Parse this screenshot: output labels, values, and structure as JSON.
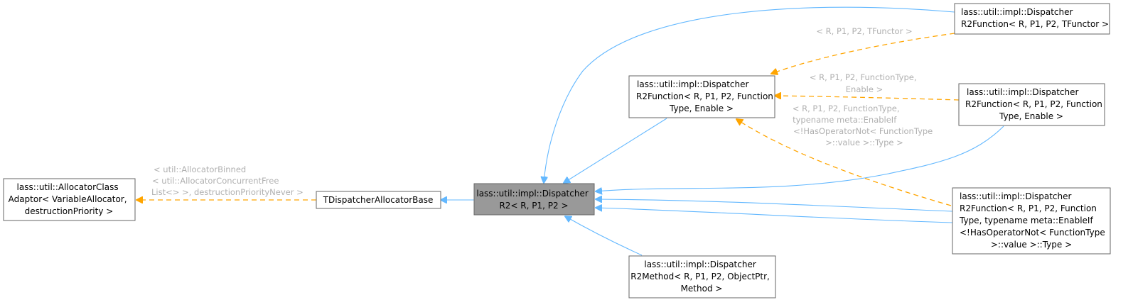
{
  "diagram": {
    "title": "Inheritance diagram for lass::util::impl::DispatcherR2< R, P1, P2 >",
    "colors": {
      "inheritance_edge": "#63b8ff",
      "template_edge": "#ffa500",
      "focus_node_fill": "#999999",
      "node_border": "#666666",
      "label_text": "#b0b0b0"
    },
    "nodes": {
      "allocator_adaptor": {
        "lines": [
          "lass::util::AllocatorClass",
          "Adaptor< VariableAllocator,",
          "destructionPriority >"
        ]
      },
      "allocator_base": {
        "lines": [
          "TDispatcherAllocatorBase"
        ]
      },
      "dispatcher_r2": {
        "lines": [
          "lass::util::impl::Dispatcher",
          "R2< R, P1, P2 >"
        ],
        "focus": true
      },
      "r2function_generic": {
        "lines": [
          "lass::util::impl::Dispatcher",
          "R2Function< R, P1, P2, Function",
          "Type, Enable >"
        ]
      },
      "r2function_tfunctor": {
        "lines": [
          "lass::util::impl::Dispatcher",
          "R2Function< R, P1, P2, TFunctor >"
        ]
      },
      "r2function_enable": {
        "lines": [
          "lass::util::impl::Dispatcher",
          "R2Function< R, P1, P2, Function",
          "Type, Enable >"
        ]
      },
      "r2function_enableif": {
        "lines": [
          "lass::util::impl::Dispatcher",
          "R2Function< R, P1, P2, Function",
          "Type, typename meta::EnableIf",
          "<!HasOperatorNot< FunctionType",
          ">::value >::Type >"
        ]
      },
      "r2method": {
        "lines": [
          "lass::util::impl::Dispatcher",
          "R2Method< R, P1, P2, ObjectPtr,",
          "Method >"
        ]
      }
    },
    "edge_labels": {
      "allocator_binding": [
        "< util::AllocatorBinned",
        "< util::AllocatorConcurrentFree",
        "List<> >, destructionPriorityNever >"
      ],
      "tfunctor_binding": [
        "< R, P1, P2, TFunctor >"
      ],
      "enable_binding": [
        "< R, P1, P2, FunctionType,",
        "Enable >"
      ],
      "enableif_binding": [
        "< R, P1, P2, FunctionType,",
        "typename meta::EnableIf",
        "<!HasOperatorNot< FunctionType",
        ">::value >::Type >"
      ]
    },
    "edges": [
      {
        "from": "allocator_adaptor",
        "to": "allocator_base",
        "kind": "template",
        "label": "allocator_binding"
      },
      {
        "from": "allocator_base",
        "to": "dispatcher_r2",
        "kind": "inheritance"
      },
      {
        "from": "dispatcher_r2",
        "to": "r2function_generic",
        "kind": "inheritance"
      },
      {
        "from": "dispatcher_r2",
        "to": "r2function_tfunctor",
        "kind": "inheritance"
      },
      {
        "from": "dispatcher_r2",
        "to": "r2function_enable",
        "kind": "inheritance"
      },
      {
        "from": "dispatcher_r2",
        "to": "r2function_enableif",
        "kind": "inheritance"
      },
      {
        "from": "dispatcher_r2",
        "to": "r2method",
        "kind": "inheritance"
      },
      {
        "from": "r2function_generic",
        "to": "r2function_tfunctor",
        "kind": "template",
        "label": "tfunctor_binding"
      },
      {
        "from": "r2function_generic",
        "to": "r2function_enable",
        "kind": "template",
        "label": "enable_binding"
      },
      {
        "from": "r2function_generic",
        "to": "r2function_enableif",
        "kind": "template",
        "label": "enableif_binding"
      }
    ]
  }
}
